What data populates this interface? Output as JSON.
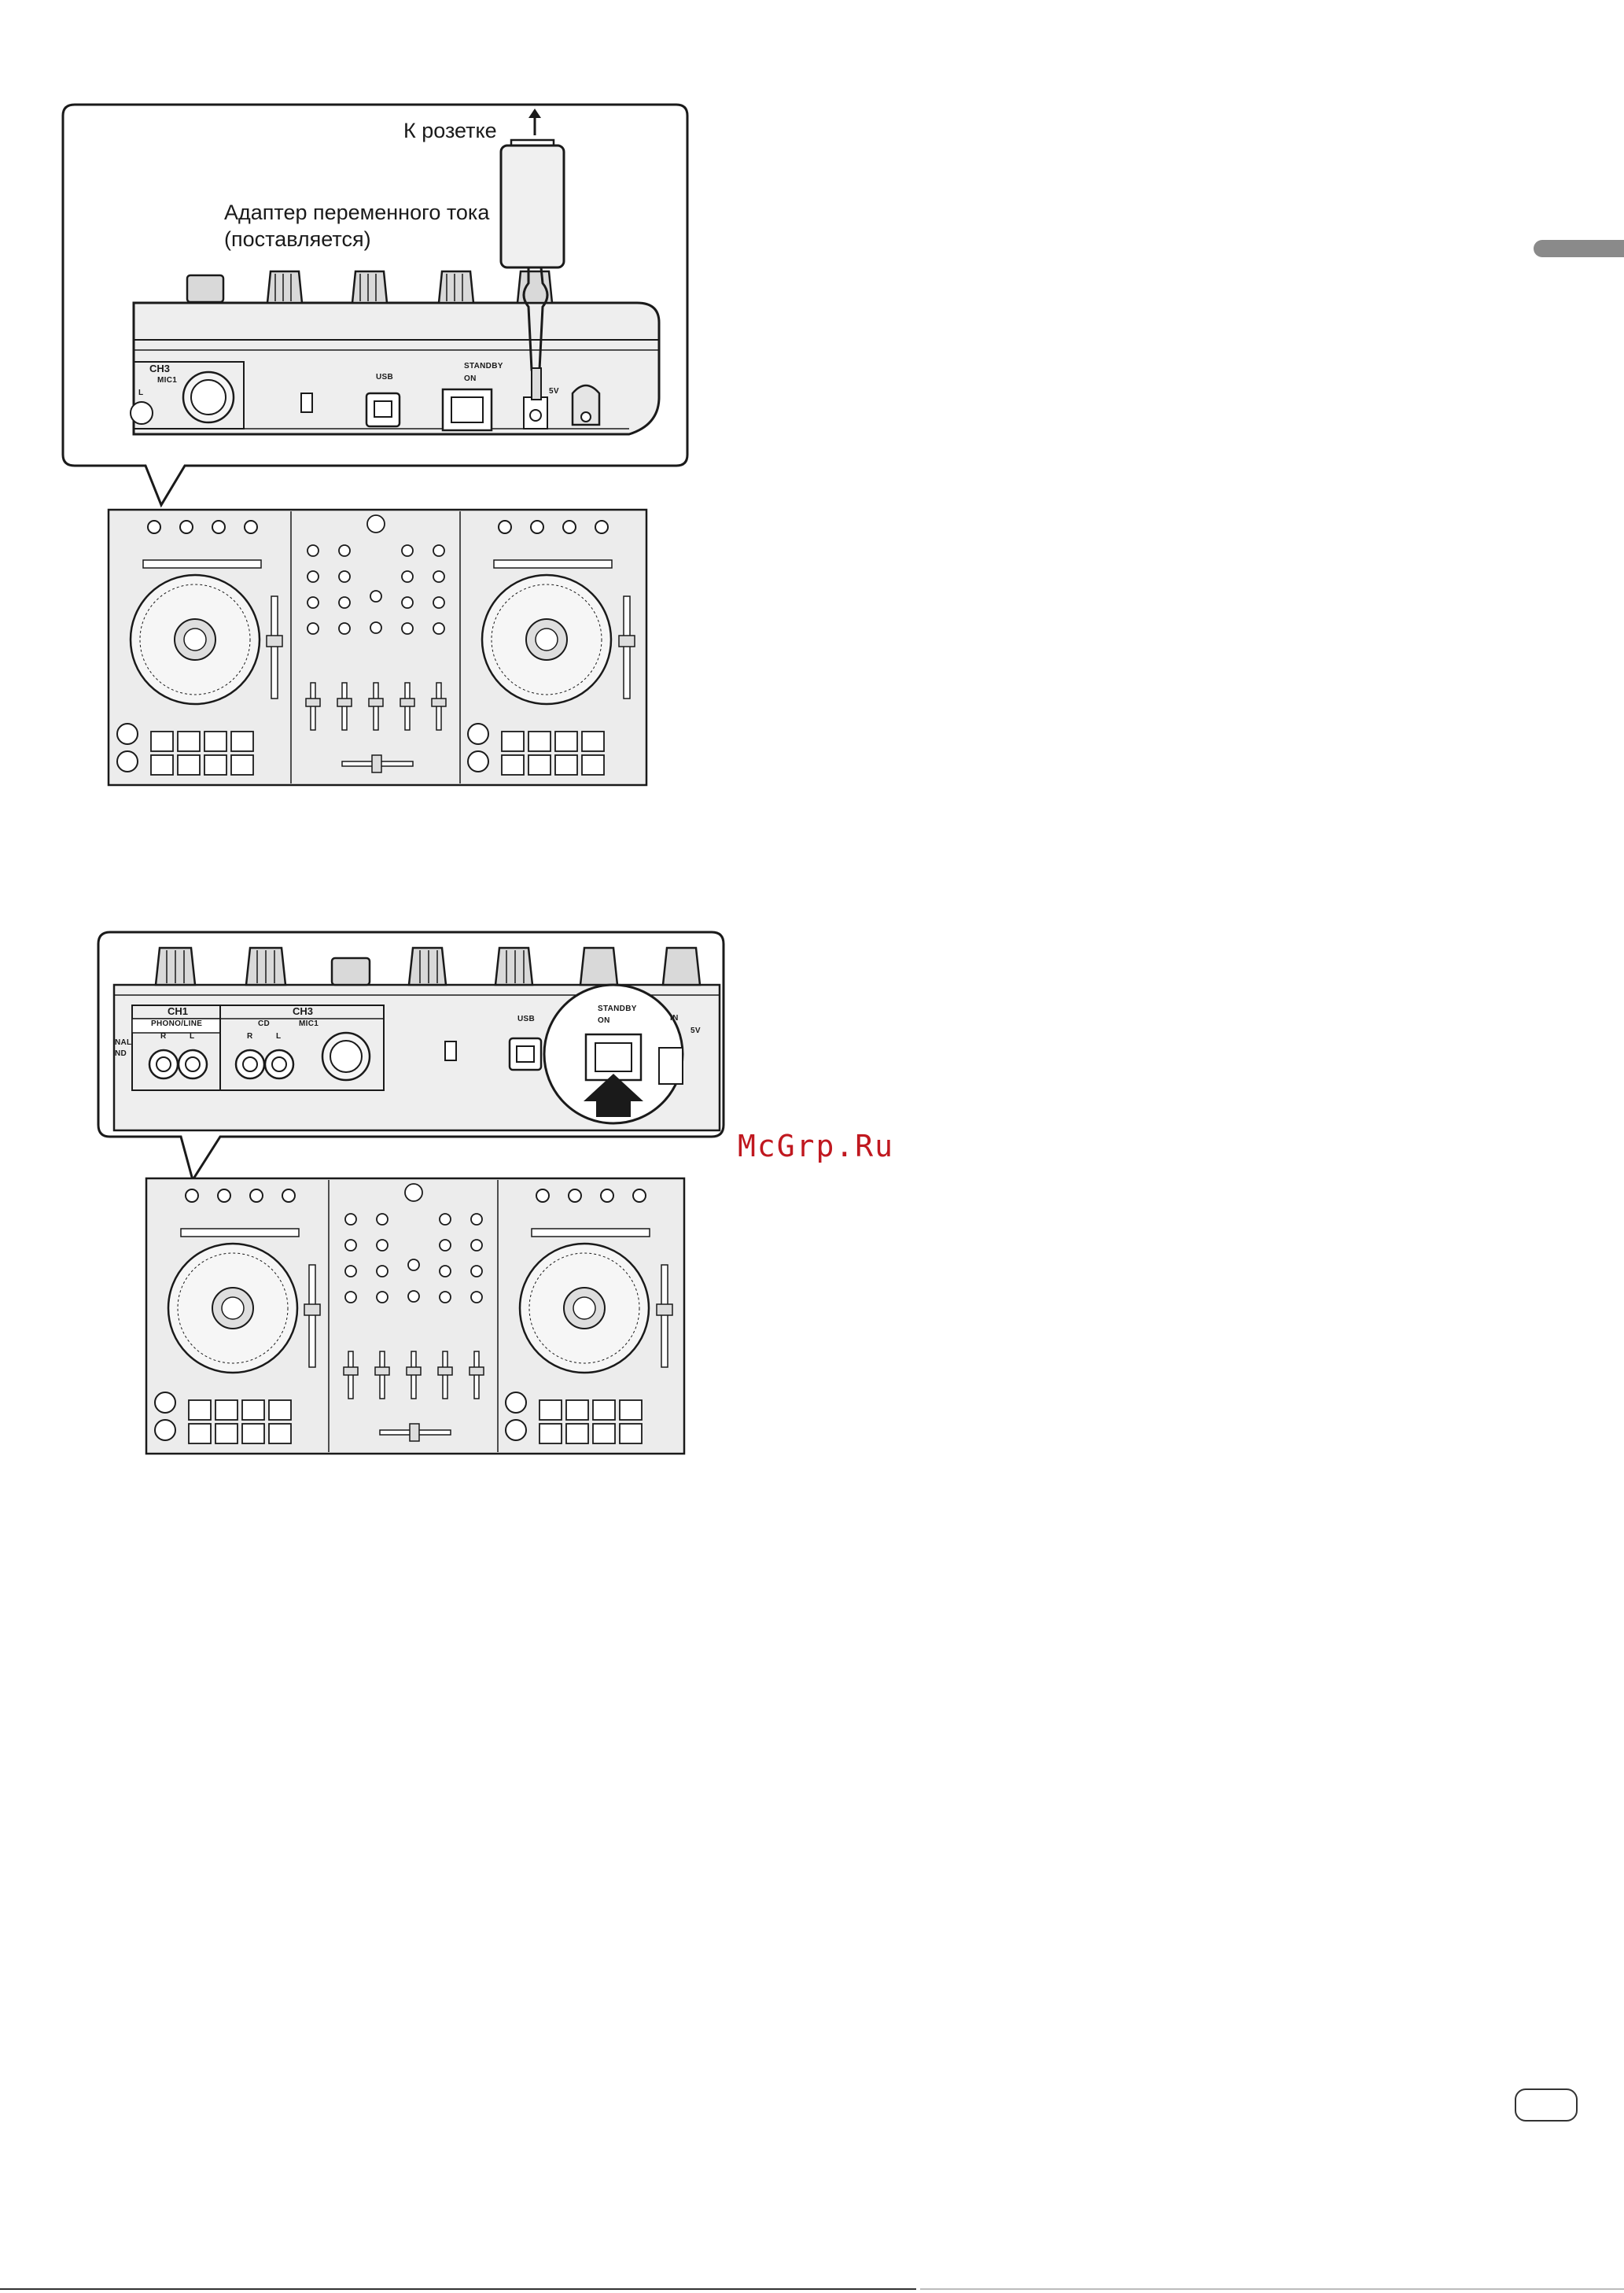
{
  "figure1": {
    "to_outlet": "К розетке",
    "adapter_line1": "Адаптер переменного тока",
    "adapter_line2": "(поставляется)",
    "panel": {
      "ch3": "CH3",
      "mic1": "MIC1",
      "l": "L",
      "usb": "USB",
      "standby": "STANDBY",
      "on": "ON",
      "dc": "5V"
    }
  },
  "figure2": {
    "panel": {
      "ch1": "CH1",
      "phono_line": "PHONO/LINE",
      "ch3": "CH3",
      "cd": "CD",
      "mic1": "MIC1",
      "r1": "R",
      "l1": "L",
      "r2": "R",
      "l2": "L",
      "usb": "USB",
      "standby": "STANDBY",
      "on": "ON",
      "dc_in": "IN",
      "dc": "5V",
      "left_cut1": "NAL",
      "left_cut2": "ND"
    }
  },
  "watermark": "McGrp.Ru",
  "colors": {
    "line": "#1a1a1a",
    "panel_fill": "#f2f2f2",
    "device_fill": "#ececec",
    "watermark": "#c0181f",
    "side_tab": "#8a8a8a"
  }
}
